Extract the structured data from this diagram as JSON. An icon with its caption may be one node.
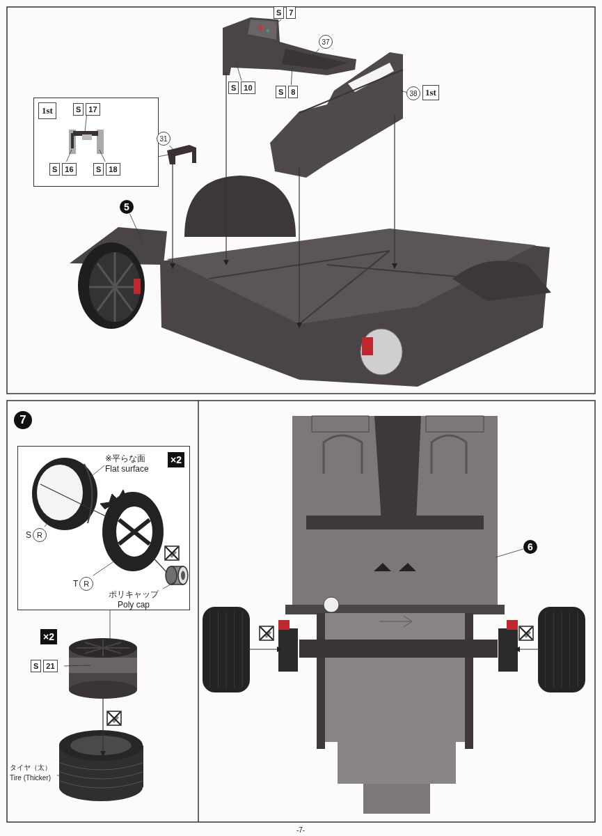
{
  "diagram": {
    "nodes": [
      {
        "text": [
          "1st"
        ]
      },
      {
        "text": [
          "S",
          "17"
        ],
        "in": 0
      },
      {
        "text": [
          "S",
          "16"
        ],
        "in": 0
      },
      {
        "text": [
          "S",
          "18"
        ],
        "in": 0
      },
      {
        "text": [],
        "shape": "picture",
        "in": 0
      },
      {
        "text": [
          "31"
        ]
      },
      {
        "text": [],
        "shape": "picture"
      },
      {
        "text": [
          "S",
          "7"
        ]
      },
      {
        "text": [
          "S",
          "10"
        ]
      },
      {
        "text": [
          "S",
          "8"
        ]
      },
      {
        "text": [
          "37"
        ]
      },
      {
        "text": [],
        "shape": "picture"
      },
      {
        "text": [
          "38"
        ],
        "beside": [
          "1st"
        ]
      },
      {
        "text": [],
        "shape": "picture"
      },
      {
        "text": [
          "5"
        ]
      },
      {
        "text": [],
        "shape": "picture"
      },
      {
        "text": [
          "×2"
        ]
      },
      {
        "text": [
          "※平らな面",
          "Flat surface"
        ],
        "in": 16
      },
      {
        "text": [],
        "shape": "picture",
        "in": 16
      },
      {
        "text": [
          "S",
          "R"
        ],
        "in": 16
      },
      {
        "text": [],
        "shape": "picture",
        "in": 16
      },
      {
        "text": [
          "T",
          "R"
        ],
        "in": 16
      },
      {
        "text": [],
        "shape": "cylinder",
        "in": 16
      },
      {
        "text": [
          "ポリキャップ",
          "Poly cap"
        ],
        "in": 16
      },
      {
        "text": [],
        "shape": "picture"
      },
      {
        "text": [
          "S",
          "21"
        ]
      },
      {
        "text": [],
        "shape": "picture"
      },
      {
        "text": [
          "タイヤ（太）",
          "Tire (Thicker)"
        ]
      },
      {
        "text": [
          "6"
        ]
      },
      {
        "text": [],
        "shape": "picture"
      },
      {
        "text": [],
        "shape": "picture"
      },
      {
        "text": [],
        "shape": "picture"
      }
    ],
    "edges": [
      {
        "from": 1,
        "to": 4,
        "arrow": "none"
      },
      {
        "from": 2,
        "to": 4,
        "arrow": "none"
      },
      {
        "from": 3,
        "to": 4,
        "arrow": "none"
      },
      {
        "from": 0,
        "to": 6,
        "arrow": "none"
      },
      {
        "from": 5,
        "to": 6,
        "arrow": "none"
      },
      {
        "from": 7,
        "to": 11,
        "arrow": "none"
      },
      {
        "from": 8,
        "to": 11,
        "arrow": "none"
      },
      {
        "from": 9,
        "to": 11,
        "arrow": "none"
      },
      {
        "from": 10,
        "to": 11,
        "arrow": "none"
      },
      {
        "from": 12,
        "to": 13,
        "arrow": "none"
      },
      {
        "from": 14,
        "to": 15,
        "arrow": "none"
      },
      {
        "from": 6,
        "to": 15,
        "arrow": "to"
      },
      {
        "from": 11,
        "to": 15,
        "arrow": "to"
      },
      {
        "from": 13,
        "to": 15,
        "arrow": "to"
      },
      {
        "from": 13,
        "to": 15,
        "arrow": "to"
      },
      {
        "from": 17,
        "to": 18,
        "arrow": "none"
      },
      {
        "from": 19,
        "to": 18,
        "arrow": "none"
      },
      {
        "from": 18,
        "to": 20,
        "arrow": "to"
      },
      {
        "from": 21,
        "to": 20,
        "arrow": "none"
      },
      {
        "from": 22,
        "to": 20,
        "arrow": "to"
      },
      {
        "from": 23,
        "to": 22,
        "arrow": "none"
      },
      {
        "from": 16,
        "to": 24,
        "arrow": "none"
      },
      {
        "from": 25,
        "to": 24,
        "arrow": "none"
      },
      {
        "from": 24,
        "to": 26,
        "arrow": "to"
      },
      {
        "from": 27,
        "to": 26,
        "arrow": "none"
      },
      {
        "from": 28,
        "to": 29,
        "arrow": "none"
      },
      {
        "from": 30,
        "to": 29,
        "arrow": "to"
      },
      {
        "from": 31,
        "to": 29,
        "arrow": "to"
      }
    ],
    "labels": [
      "7",
      "×2",
      "-7-"
    ]
  }
}
